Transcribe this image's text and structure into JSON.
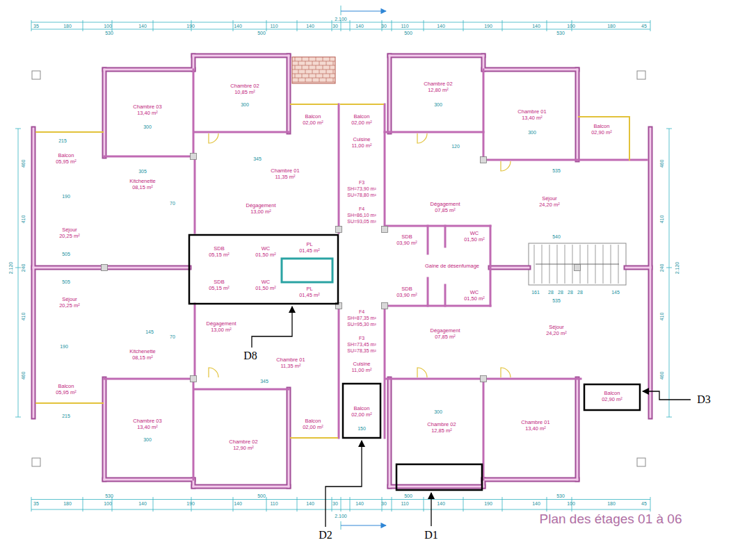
{
  "diagram": {
    "caption": "Plan des étages 01 à 06",
    "nodes": [
      {
        "text": [
          "Chambre 02",
          "10,85 m²"
        ]
      },
      {
        "text": [
          "Chambre 03",
          "13,40 m²"
        ]
      },
      {
        "text": [
          "Balcon",
          "05,95 m²"
        ]
      },
      {
        "text": [
          "Kitchenette",
          "08,15 m²"
        ]
      },
      {
        "text": [
          "Séjour",
          "20,25 m²"
        ]
      },
      {
        "text": [
          "Chambre 01",
          "11,35 m²"
        ]
      },
      {
        "text": [
          "Dégagement",
          "13,00 m²"
        ]
      },
      {
        "text": [
          "SDB",
          "05,15 m²"
        ]
      },
      {
        "text": [
          "WC",
          "01,50 m²"
        ]
      },
      {
        "text": [
          "PL",
          "01,45 m²"
        ]
      },
      {
        "text": [
          "SDB",
          "05,15 m²"
        ]
      },
      {
        "text": [
          "WC",
          "01,50 m²"
        ]
      },
      {
        "text": [
          "PL",
          "01,45 m²"
        ]
      },
      {
        "text": [
          "Dégagement",
          "13,00 m²"
        ]
      },
      {
        "text": [
          "Séjour",
          "20,25 m²"
        ]
      },
      {
        "text": [
          "Kitchenette",
          "08,15 m²"
        ]
      },
      {
        "text": [
          "Balcon",
          "05,95 m²"
        ]
      },
      {
        "text": [
          "Chambre 01",
          "11,35 m²"
        ]
      },
      {
        "text": [
          "Chambre 03",
          "13,40 m²"
        ]
      },
      {
        "text": [
          "Chambre 02",
          "12,90 m²"
        ]
      },
      {
        "text": [
          "Balcon",
          "02,00 m²"
        ]
      },
      {
        "text": [
          "Balcon",
          "02,00 m²"
        ]
      },
      {
        "text": [
          "Chambre 02",
          "12,80 m²"
        ]
      },
      {
        "text": [
          "Chambre 01",
          "13,40 m²"
        ]
      },
      {
        "text": [
          "Balcon",
          "02,90 m²"
        ]
      },
      {
        "text": [
          "Cuisine",
          "11,00 m²"
        ]
      },
      {
        "text": [
          "Dégagement",
          "07,85 m²"
        ]
      },
      {
        "text": [
          "Séjour",
          "24,20 m²"
        ]
      },
      {
        "text": [
          "SDB",
          "03,90 m²"
        ]
      },
      {
        "text": [
          "WC",
          "01,50 m²"
        ]
      },
      {
        "text": [
          "Gaine de désenfumage"
        ]
      },
      {
        "text": [
          "SDB",
          "03,90 m²"
        ]
      },
      {
        "text": [
          "WC",
          "01,50 m²"
        ]
      },
      {
        "text": [
          "Dégagement",
          "07,85 m²"
        ]
      },
      {
        "text": [
          "Séjour",
          "24,20 m²"
        ]
      },
      {
        "text": [
          "Cuisine",
          "11,00 m²"
        ]
      },
      {
        "text": [
          "Balcon",
          "02,00 m²"
        ]
      },
      {
        "text": [
          "Balcon",
          "02,00 m²"
        ]
      },
      {
        "text": [
          "Chambre 02",
          "12,85 m²"
        ]
      },
      {
        "text": [
          "Chambre 01",
          "13,40 m²"
        ]
      },
      {
        "text": [
          "Balcon",
          "02,90 m²"
        ]
      }
    ],
    "labels": [
      "2.100",
      "35",
      "180",
      "100",
      "140",
      "190",
      "140",
      "110",
      "140",
      "30",
      "140",
      "30",
      "110",
      "140",
      "190",
      "140",
      "100",
      "180",
      "45",
      "530",
      "500",
      "500",
      "530",
      "2.100",
      "530",
      "500",
      "500",
      "530",
      "35",
      "180",
      "100",
      "140",
      "190",
      "140",
      "110",
      "140",
      "30",
      "140",
      "30",
      "110",
      "140",
      "190",
      "140",
      "100",
      "180",
      "45",
      "2.120",
      "460",
      "410",
      "240",
      "410",
      "460",
      "2.120",
      "460",
      "410",
      "240",
      "410",
      "460",
      "300",
      "300",
      "345",
      "305",
      "215",
      "190",
      "70",
      "505",
      "505",
      "300",
      "300",
      "535",
      "540",
      "535",
      "120",
      "345",
      "300",
      "300",
      "150",
      "145",
      "190",
      "70",
      "215",
      "161",
      "28",
      "28",
      "28",
      "28",
      "145",
      "F3",
      "SH=73,90 m²",
      "SU=78,80 m²",
      "F4",
      "SH=86,10 m²",
      "SU=93,05 m²",
      "F4",
      "SH=87,35 m²",
      "SU=95,30 m²",
      "F3",
      "SH=73,45 m²",
      "SU=78,35 m²",
      "D8",
      "D2",
      "D1",
      "D3"
    ]
  }
}
